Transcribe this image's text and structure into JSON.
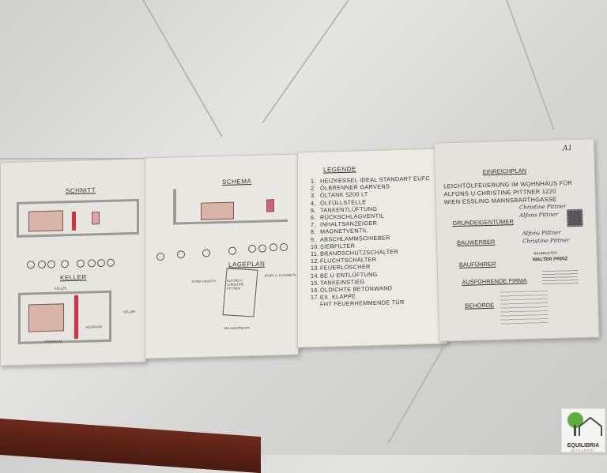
{
  "panels": {
    "schnitt": {
      "title": "SCHNITT",
      "keller": "KELLER",
      "keller_label": "KELLER",
      "heizraum": "HEIZRAUM",
      "tankraum": "TANKRAUM"
    },
    "schema": {
      "title": "SCHEMA",
      "lageplan": "LAGEPLAN",
      "owners_center": "ALFONS U CHRISTINE PITTNER",
      "neighbor_left": "JOSEF HENSCH",
      "neighbor_right": "JOSEF U. ELISABETH",
      "street": "Mannsbarthgasse"
    },
    "legende": {
      "title": "LEGENDE",
      "items": [
        {
          "n": "1.",
          "t": "HEIZKESSEL IDEAL STANDART EUFC"
        },
        {
          "n": "2.",
          "t": "ÖLBRENNER GARVENS"
        },
        {
          "n": "3.",
          "t": "ÖLTANK 5200 LT"
        },
        {
          "n": "4.",
          "t": "ÖLFÜLLSTELLE"
        },
        {
          "n": "5.",
          "t": "TANKENTLÜFTUNG"
        },
        {
          "n": "6.",
          "t": "RÜCKSCHLAGVENTIL"
        },
        {
          "n": "7.",
          "t": "INHALTSANZEIGER"
        },
        {
          "n": "8.",
          "t": "MAGNETVENTIL"
        },
        {
          "n": "9.",
          "t": "ABSCHLAMMSCHIEBER"
        },
        {
          "n": "10.",
          "t": "SIEBFILTER"
        },
        {
          "n": "11.",
          "t": "BRANDSCHUTZSCHALTER"
        },
        {
          "n": "12.",
          "t": "FLUCHTSCHALTER"
        },
        {
          "n": "13.",
          "t": "FEUERLÖSCHER"
        },
        {
          "n": "14.",
          "t": "BE U ENTLÜFTUNG"
        },
        {
          "n": "15.",
          "t": "TANKEINSTIEG"
        },
        {
          "n": "16.",
          "t": "ÖLDICHTE BETONWAND"
        },
        {
          "n": "17.",
          "t": "EX. KLAPPE"
        },
        {
          "n": "",
          "t": "FHT FEUERHEMMENDE TÜR"
        }
      ]
    },
    "einreichplan": {
      "page_mark": "A1",
      "title": "EINREICHPLAN",
      "description": [
        "LEICHTÖLFEUERUNG IM WOHNHAUS FÜR",
        "ALFONS U CHRISTINE PITTNER 1220",
        "WIEN ESSLING MANNSBARTHGASSE"
      ],
      "fields": [
        "GRUNDEIGENTÜMER",
        "BAUWERBER",
        "BAUFÜHRER",
        "AUSFÜHRENDE FIRMA",
        "BEHÖRDE"
      ],
      "signatures": [
        "Christine Pittner",
        "Alfons Pittner"
      ],
      "stamp_baufuehrer": [
        "BAUMEISTER",
        "WALTER PRINZ"
      ]
    }
  },
  "watermark": {
    "name": "EQUILIBRIA",
    "sub": "MAKLEREI"
  },
  "colors": {
    "paper": "#e6e5df",
    "pink": "#d9b4a8",
    "red": "#d83040",
    "logo_green": "#5fae3e"
  }
}
